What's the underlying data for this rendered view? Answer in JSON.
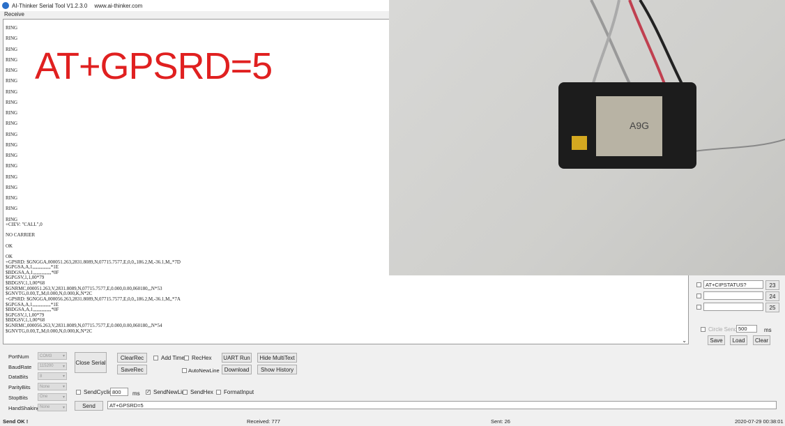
{
  "window": {
    "title": "AI-Thinker Serial Tool V1.2.3.0",
    "url": "www.ai-thinker.com"
  },
  "receive": {
    "label": "Receive",
    "lines": [
      "RING",
      "",
      "RING",
      "",
      "RING",
      "",
      "RING",
      "",
      "RING",
      "",
      "RING",
      "",
      "RING",
      "",
      "RING",
      "",
      "RING",
      "",
      "RING",
      "",
      "RING",
      "",
      "RING",
      "",
      "RING",
      "",
      "RING",
      "",
      "RING",
      "",
      "RING",
      "",
      "RING",
      "",
      "RING",
      "",
      "RING",
      "+CIEV: \"CALL\",0",
      "",
      "NO CARRIER",
      "",
      "OK",
      "",
      "OK",
      "+GPSRD: $GNGGA,000051.263,2831.8089,N,07715.7577,E,0,0,,186.2,M,-36.1,M,,*7D",
      "$GPGSA,A,1,,,,,,,,,,,,,,,*1E",
      "$BDGSA,A,1,,,,,,,,,,,,,,,*0F",
      "$GPGSV,1,1,00*79",
      "$BDGSV,1,1,00*68",
      "$GNRMC,000051.263,V,2831.8089,N,07715.7577,E,0.000,0.00,060180,,,N*53",
      "$GNVTG,0.00,T,,M,0.000,N,0.000,K,N*2C",
      "+GPSRD: $GNGGA,000056.263,2831.8089,N,07715.7577,E,0,0,,186.2,M,-36.1,M,,*7A",
      "$GPGSA,A,1,,,,,,,,,,,,,,,*1E",
      "$BDGSA,A,1,,,,,,,,,,,,,,,*0F",
      "$GPGSV,1,1,00*79",
      "$BDGSV,1,1,00*68",
      "$GNRMC,000056.263,V,2831.8089,N,07715.7577,E,0.000,0.00,060180,,,N*54",
      "$GNVTG,0.00,T,,M,0.000,N,0.000,K,N*2C"
    ]
  },
  "overlay_text": "AT+GPSRD=5",
  "multitext": {
    "rows": [
      {
        "value": "AT+CIPSTATUS?",
        "num": "23"
      },
      {
        "value": "",
        "num": "24"
      },
      {
        "value": "",
        "num": "25"
      }
    ],
    "cycle_label": "Circle Send",
    "cycle_ms": "500",
    "ms": "ms",
    "save": "Save",
    "load": "Load",
    "clear": "Clear"
  },
  "port": [
    {
      "label": "PortNum",
      "value": "COM3"
    },
    {
      "label": "BaudRate",
      "value": "115200"
    },
    {
      "label": "DataBits",
      "value": "8"
    },
    {
      "label": "ParityBits",
      "value": "None"
    },
    {
      "label": "StopBits",
      "value": "One"
    },
    {
      "label": "HandShaking",
      "value": "None"
    }
  ],
  "buttons": {
    "close_serial": "Close Serial",
    "clear_rec": "ClearRec",
    "save_rec": "SaveRec",
    "uart_run": "UART Run",
    "download": "Download",
    "hide_multi": "Hide MultiText",
    "show_history": "Show History",
    "send": "Send"
  },
  "checks": {
    "add_time": "Add Time",
    "rec_hex": "RecHex",
    "auto_newline": "AutoNewLine",
    "send_cyclic": "SendCyclic",
    "send_newline": "SendNewLin",
    "send_hex": "SendHex",
    "format_input": "FormatInput"
  },
  "cyclic_ms": "800",
  "ms": "ms",
  "send_input": "AT+GPSRD=5",
  "status": {
    "message": "Send OK !",
    "received": "Received: 777",
    "sent": "Sent: 26",
    "time": "2020-07-29 00:38:01"
  }
}
